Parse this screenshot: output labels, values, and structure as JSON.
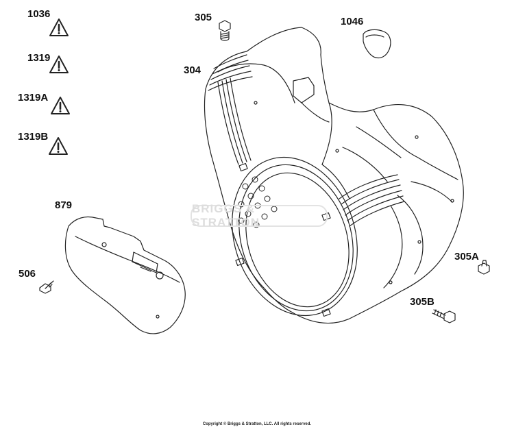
{
  "parts": {
    "p1036": "1036",
    "p1319": "1319",
    "p1319a": "1319A",
    "p1319b": "1319B",
    "p305": "305",
    "p1046": "1046",
    "p304": "304",
    "p879": "879",
    "p506": "506",
    "p305a": "305A",
    "p305b": "305B"
  },
  "watermark": "BRIGGS & STRATTON",
  "copyright": "Copyright © Briggs & Stratton, LLC. All rights reserved.",
  "icons": {
    "warning": "warning-triangle-icon"
  },
  "colors": {
    "line": "#222222",
    "shadow": "#cfcfcf",
    "watermark": "#dddddd"
  }
}
